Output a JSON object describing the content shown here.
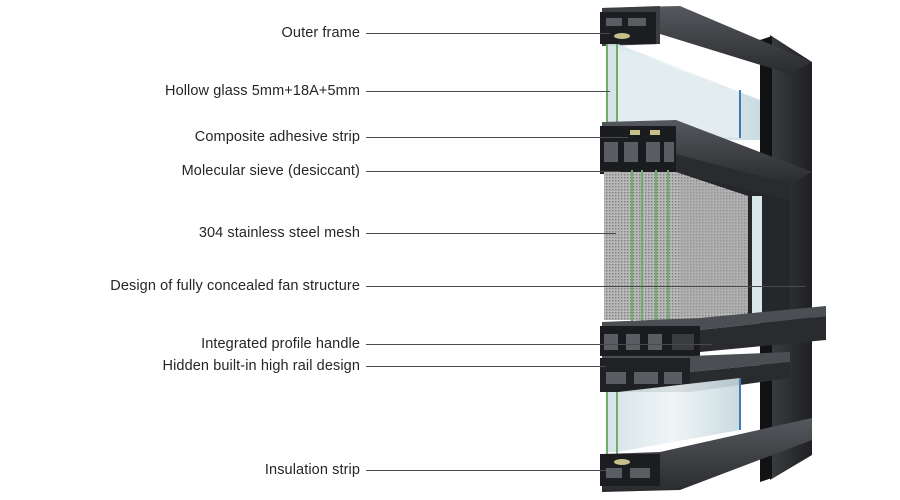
{
  "diagram": {
    "callouts": [
      {
        "id": "outer-frame",
        "text": "Outer frame"
      },
      {
        "id": "hollow-glass",
        "text": "Hollow glass 5mm+18A+5mm"
      },
      {
        "id": "composite-adhesive-strip",
        "text": "Composite adhesive strip"
      },
      {
        "id": "molecular-sieve",
        "text": "Molecular sieve (desiccant)"
      },
      {
        "id": "stainless-steel-mesh",
        "text": "304 stainless steel mesh"
      },
      {
        "id": "concealed-fan-structure",
        "text": "Design of fully concealed fan structure"
      },
      {
        "id": "integrated-profile-handle",
        "text": "Integrated profile handle"
      },
      {
        "id": "hidden-high-rail",
        "text": "Hidden built-in high rail design"
      },
      {
        "id": "insulation-strip",
        "text": "Insulation strip"
      }
    ]
  },
  "colors": {
    "frame": "#2b2d30",
    "frame_light": "#4a4d52",
    "frame_dark": "#16171a",
    "glass_edge": "#6fae6a",
    "glass": "#d9e6ea",
    "mesh": "#9a9a9a",
    "leader": "#4a4a4a",
    "text": "#262626"
  }
}
